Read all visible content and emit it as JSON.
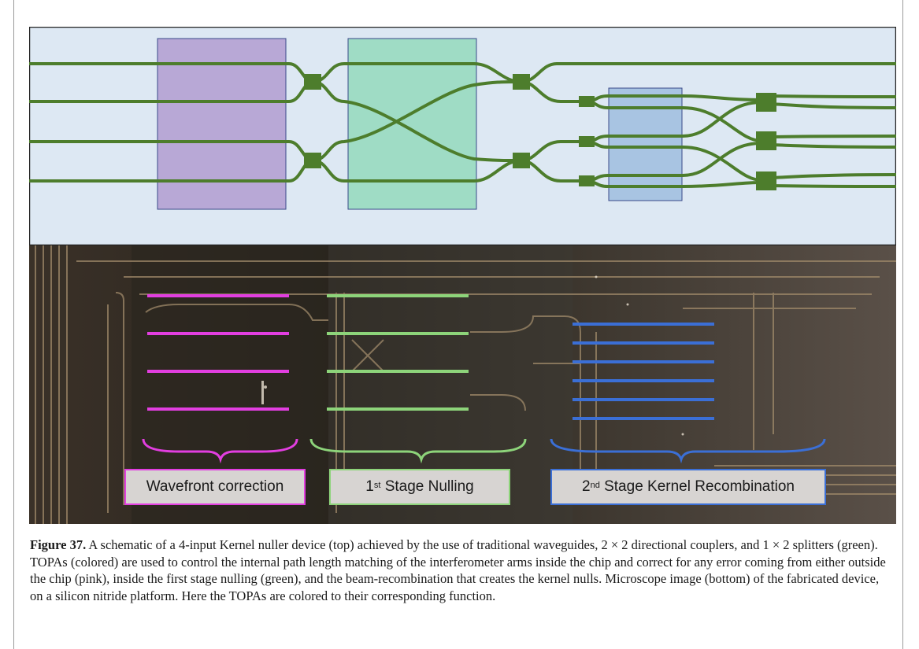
{
  "figure": {
    "caption_label": "Figure 37.",
    "caption_text": "A schematic of a 4-input Kernel nuller device (top) achieved by the use of traditional waveguides, 2 × 2 directional couplers, and 1 × 2 splitters (green). TOPAs (colored) are used to control the internal path length matching of the interferometer arms inside the chip and correct for any error coming from either outside the chip (pink), inside the first stage nulling (green), and the beam-recombination that creates the kernel nulls. Microscope image (bottom) of the fabricated device, on a silicon nitride platform. Here the TOPAs are colored to their corresponding function."
  },
  "photo_labels": {
    "wavefront": "Wavefront correction",
    "stage1_num": "1",
    "stage1_sup": "st",
    "stage1_rest": " Stage Nulling",
    "stage2_num": "2",
    "stage2_sup": "nd",
    "stage2_rest": " Stage Kernel Recombination"
  },
  "colors": {
    "schematic_bg": "#dde8f3",
    "waveguide": "#4d7d2c",
    "topa_purple": "#b8a8d6",
    "topa_green": "#9fdcc5",
    "topa_blue": "#a8c4e2",
    "pink": "#e23ee0",
    "green": "#8dd47a",
    "blue": "#3b6fd6"
  }
}
